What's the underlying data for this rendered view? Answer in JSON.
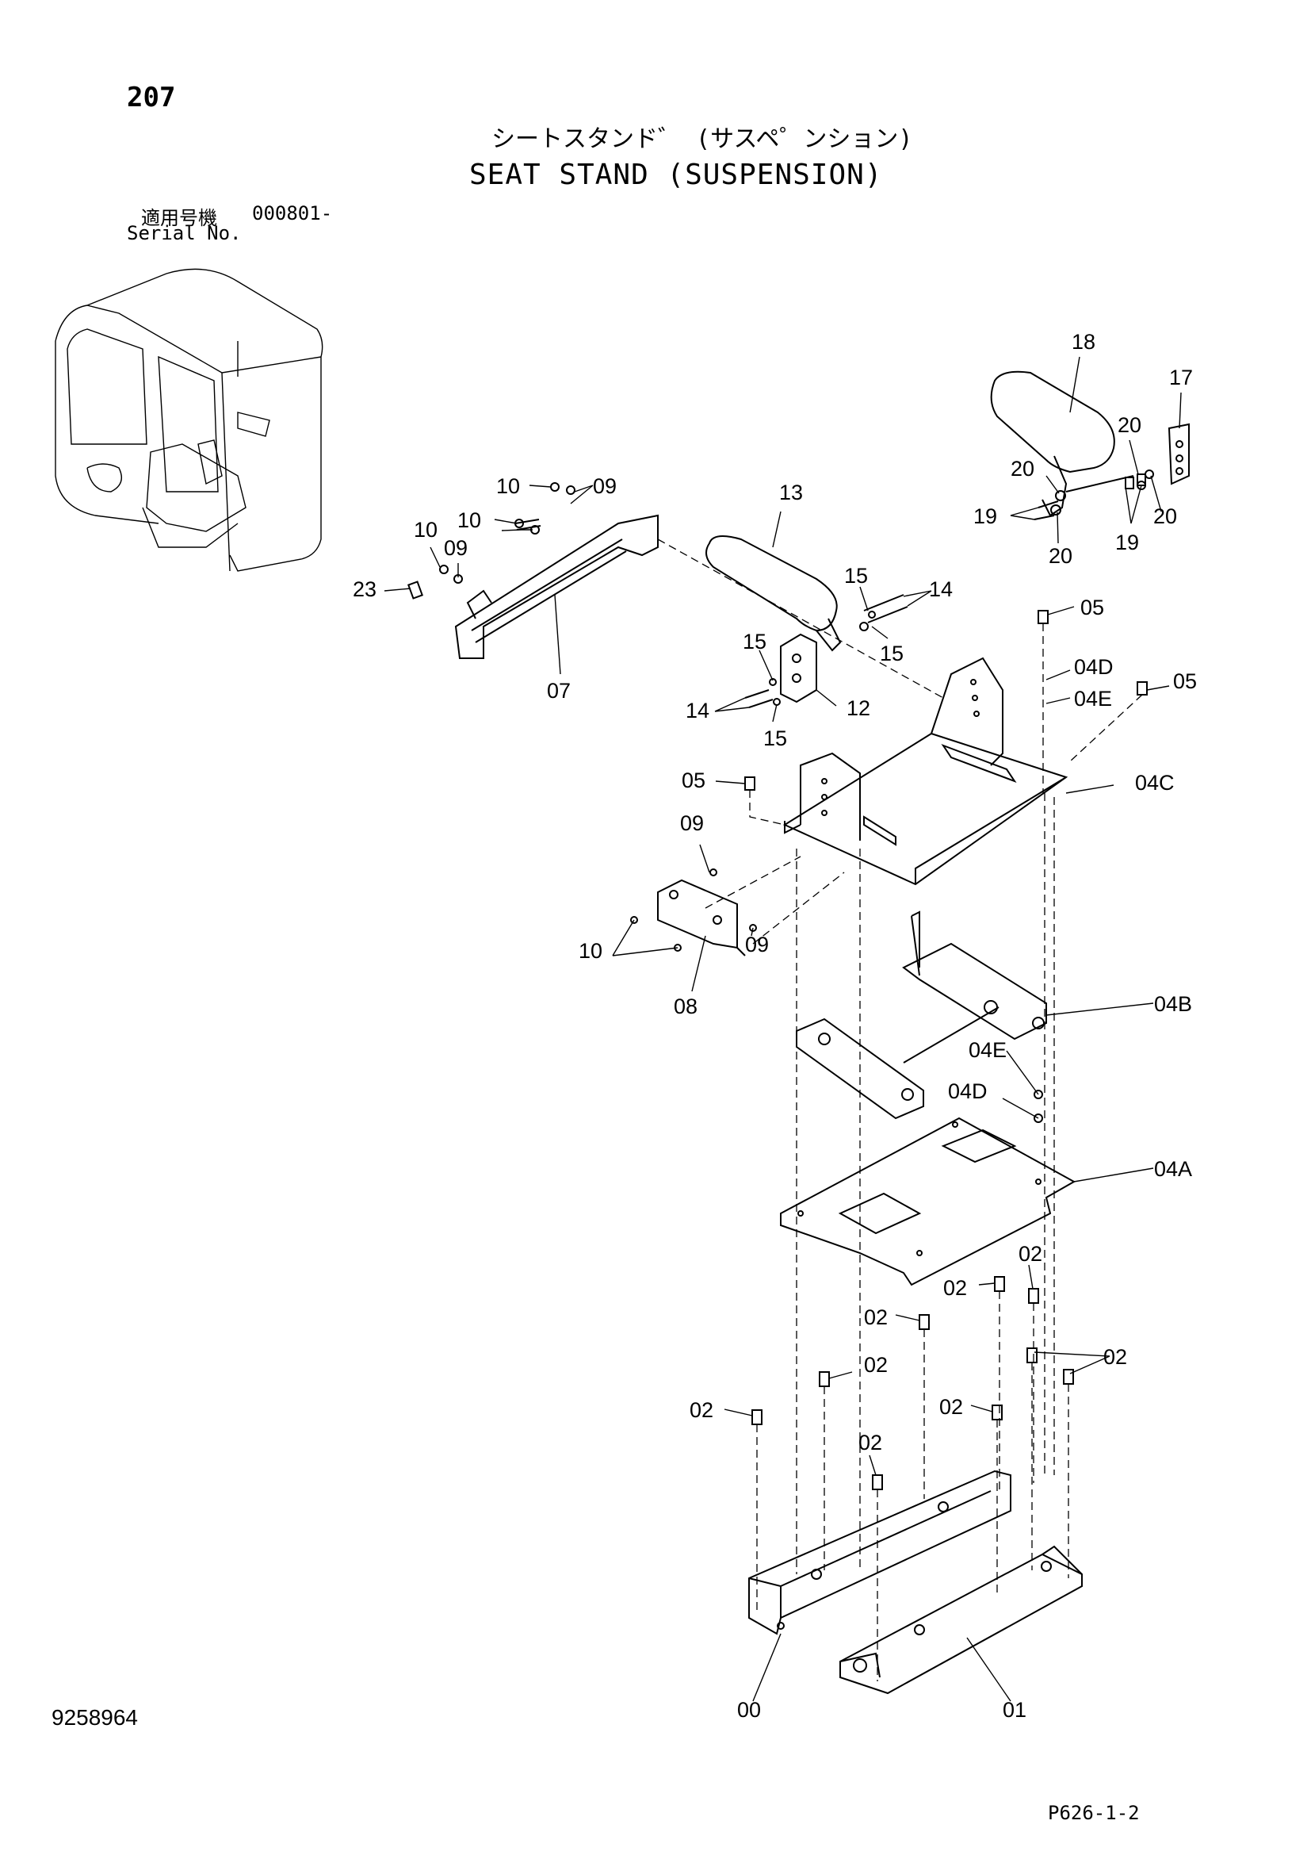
{
  "header": {
    "page_number": "207",
    "title_jp": "シートスタンド゛ (サスペ゜ンション)",
    "title_en": "SEAT STAND (SUSPENSION)",
    "serial_label_jp": "適用号機",
    "serial_value": "000801-",
    "serial_label_en": "Serial No."
  },
  "footer": {
    "document_number": "9258964",
    "page_reference": "P626-1-2"
  },
  "callouts": [
    "18",
    "17",
    "20",
    "20",
    "19",
    "20",
    "20",
    "19",
    "13",
    "10",
    "09",
    "10",
    "10",
    "09",
    "23",
    "07",
    "15",
    "14",
    "15",
    "15",
    "14",
    "12",
    "15",
    "05",
    "04D",
    "04E",
    "05",
    "05",
    "04C",
    "09",
    "09",
    "10",
    "08",
    "04B",
    "04E",
    "04D",
    "04A",
    "02",
    "02",
    "02",
    "02",
    "02",
    "02",
    "02",
    "02",
    "00",
    "01"
  ]
}
